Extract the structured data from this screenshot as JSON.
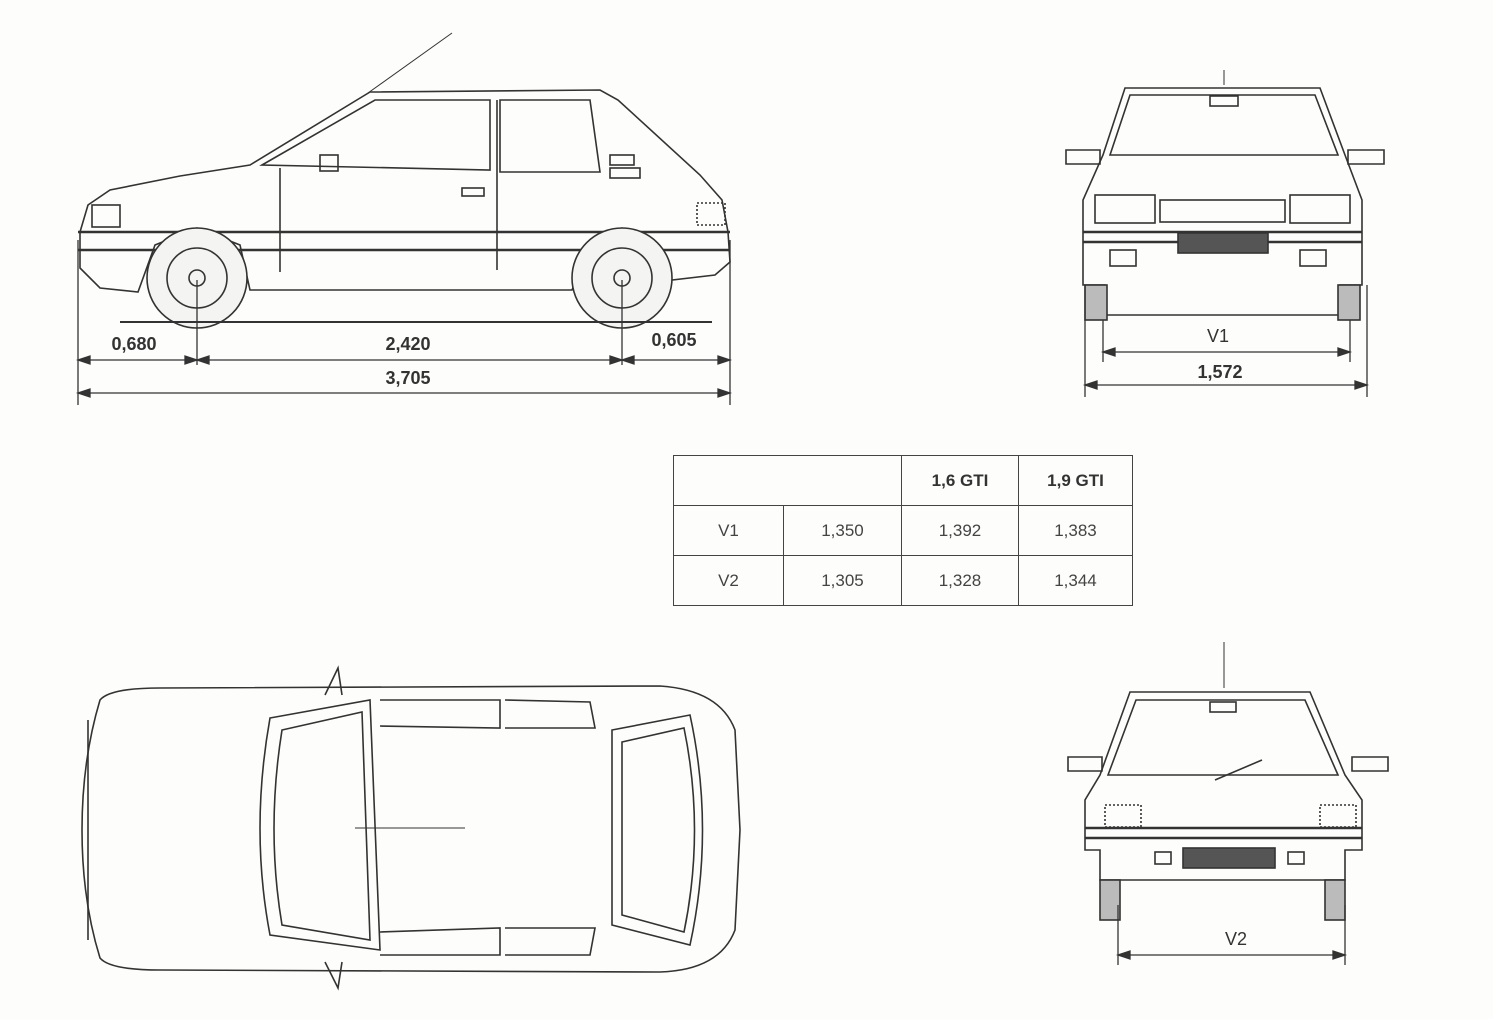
{
  "side_view": {
    "dimensions": {
      "front_overhang": "0,680",
      "wheelbase": "2,420",
      "rear_overhang": "0,605",
      "overall_length": "3,705"
    }
  },
  "front_view": {
    "dimensions": {
      "track_label": "V1",
      "overall_width": "1,572"
    }
  },
  "rear_view": {
    "dimensions": {
      "track_label": "V2"
    }
  },
  "track_table": {
    "headers": [
      "",
      "",
      "1,6 GTI",
      "1,9 GTI"
    ],
    "rows": [
      {
        "label": "V1",
        "values": [
          "1,350",
          "1,392",
          "1,383"
        ]
      },
      {
        "label": "V2",
        "values": [
          "1,305",
          "1,328",
          "1,344"
        ]
      }
    ]
  }
}
